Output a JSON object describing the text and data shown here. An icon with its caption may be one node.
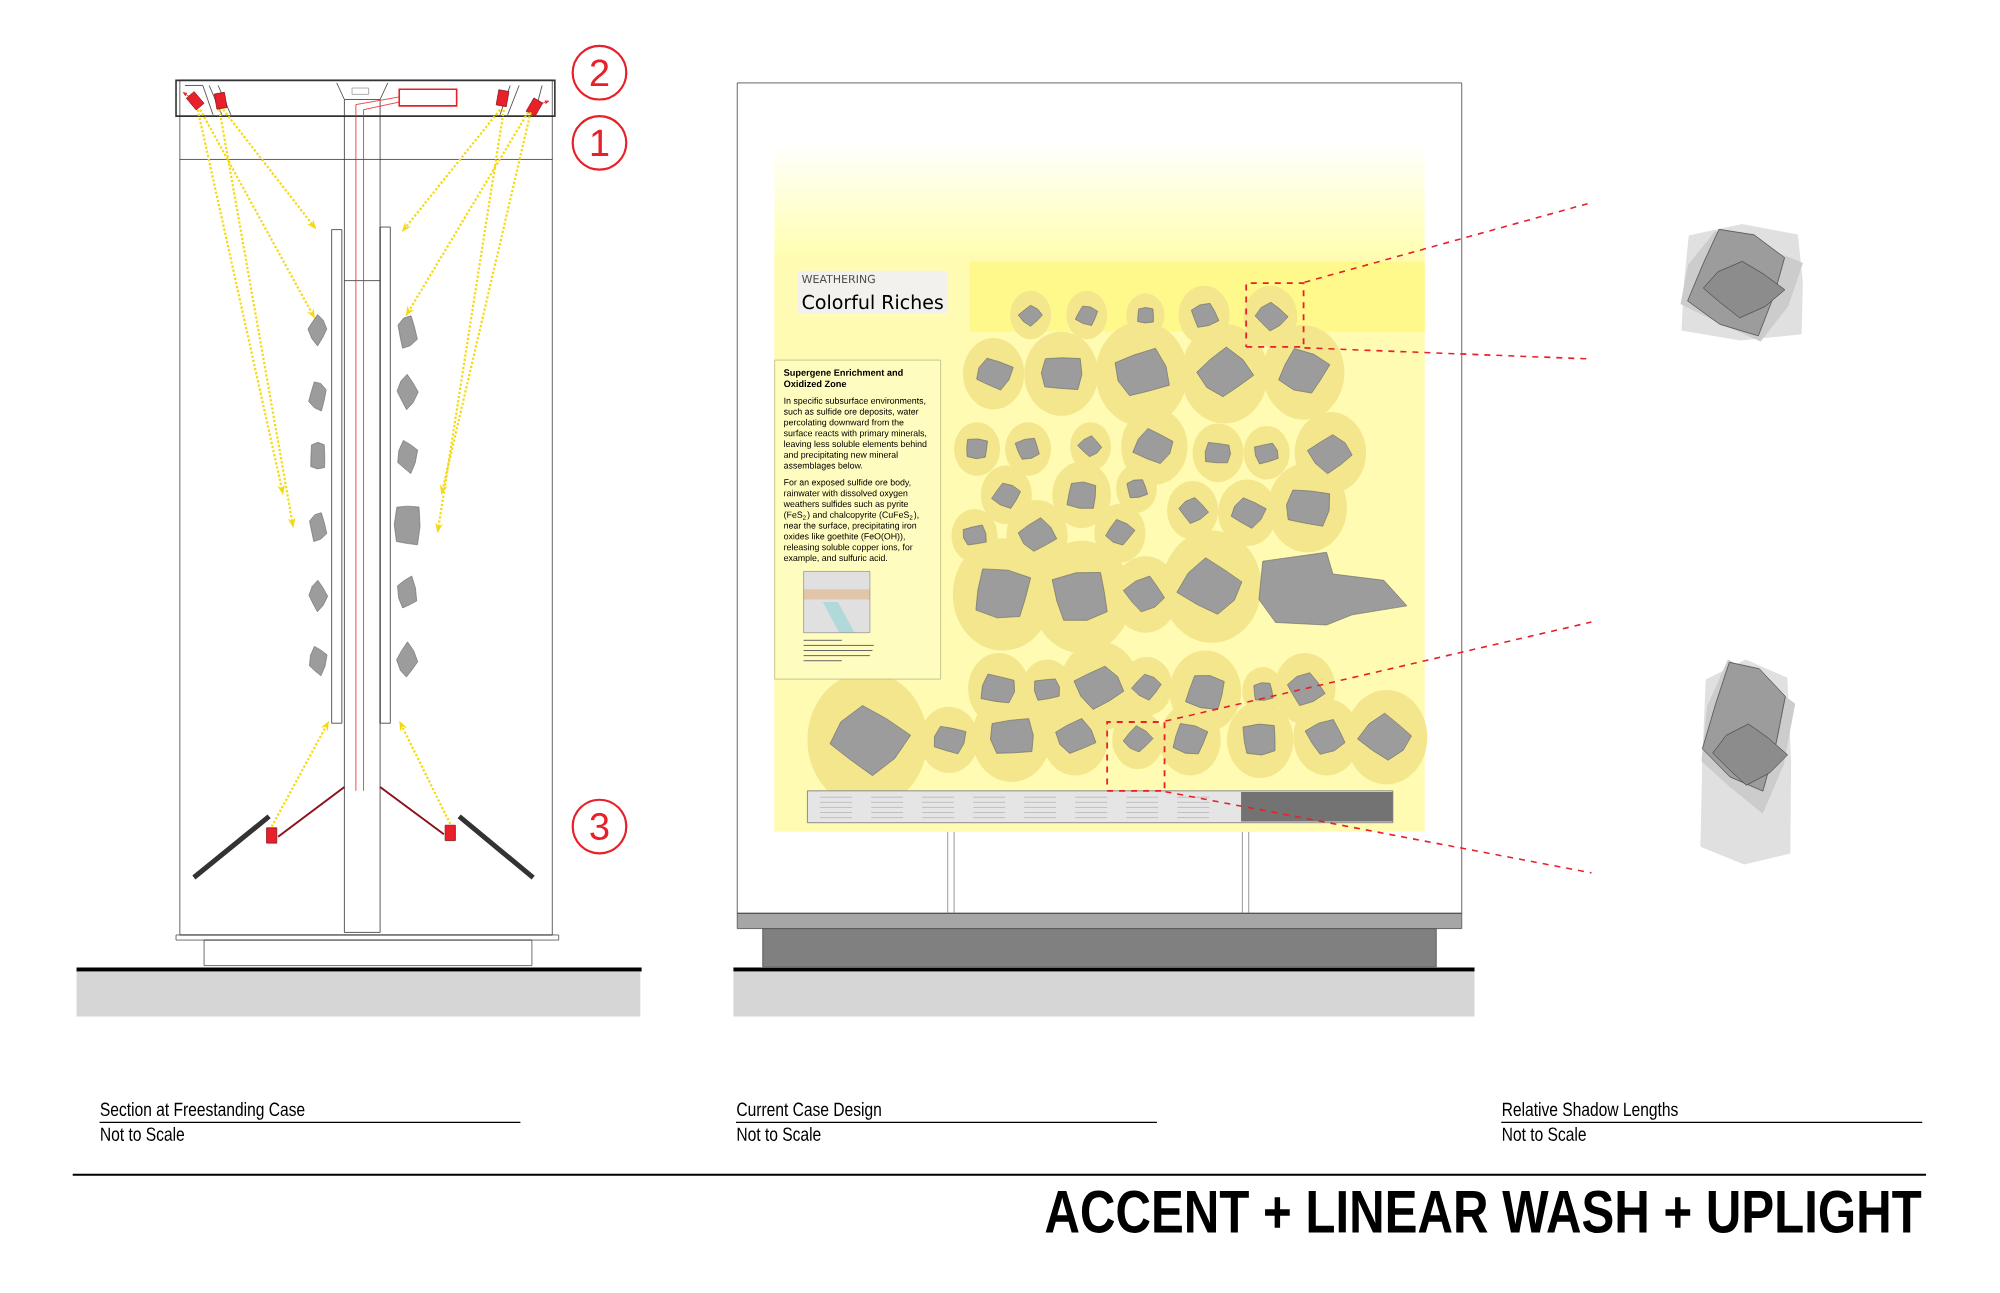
{
  "diagram": {
    "title": "ACCENT + LINEAR WASH + UPLIGHT",
    "nodes": [
      {
        "text": [
          "WEATHERING",
          "Colorful Riches"
        ]
      },
      {
        "text": [
          "Supergene Enrichment and Oxidized Zone",
          "In specific subsurface environments, such as sulfide ore deposits, water percolating downward from the surface reacts with primary minerals, leaving less soluble elements behind and precipitating new mineral assemblages below.",
          "For an exposed sulfide ore body, rainwater with dissolved oxygen weathers sulfides such as pyrite (FeS$_{2}$) and chalcopyrite (CuFeS$_{2}$), near the surface, precipitating iron oxides like goethite (FeO(OH)), releasing soluble copper ions, for example, and sulfuric acid."
        ]
      },
      {
        "text": [],
        "shape": "box"
      },
      {
        "text": [],
        "shape": "box"
      },
      {
        "text": [],
        "shape": "picture"
      },
      {
        "text": [],
        "shape": "picture"
      }
    ],
    "edges": [
      {
        "from": 2,
        "to": 4,
        "arrow": "none",
        "style": "dashed",
        "color": "#e8202a"
      },
      {
        "from": 2,
        "to": 4,
        "arrow": "none",
        "style": "dashed",
        "color": "#e8202a"
      },
      {
        "from": 3,
        "to": 5,
        "arrow": "none",
        "style": "dashed",
        "color": "#e8202a"
      },
      {
        "from": 3,
        "to": 5,
        "arrow": "none",
        "style": "dashed",
        "color": "#e8202a"
      }
    ],
    "labels": [
      "2",
      "1",
      "3",
      "Section at Freestanding Case",
      "Not to Scale",
      "Current Case Design",
      "Not to Scale",
      "Relative Shadow Lengths",
      "Not to Scale"
    ]
  }
}
